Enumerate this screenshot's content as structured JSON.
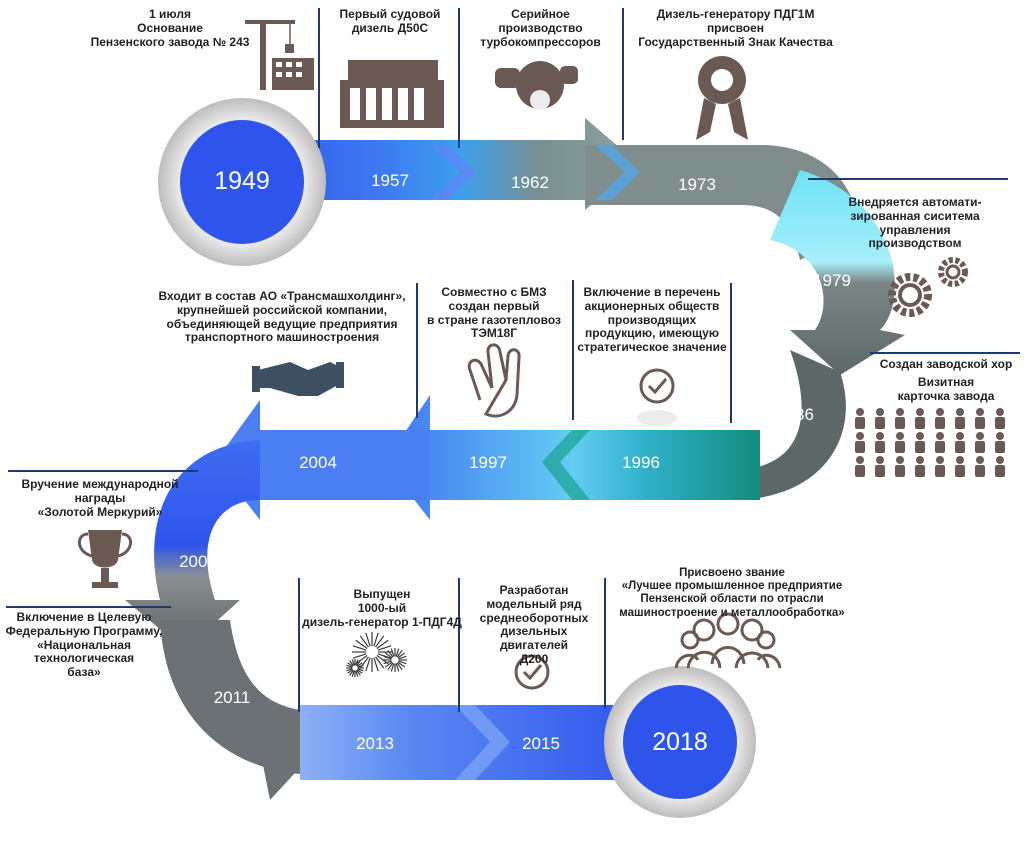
{
  "years": {
    "y1949": "1949",
    "y1957": "1957",
    "y1962": "1962",
    "y1973": "1973",
    "y1979": "1979",
    "y1986": "1986",
    "y1996": "1996",
    "y1997": "1997",
    "y2004": "2004",
    "y2006": "2006",
    "y2011": "2011",
    "y2013": "2013",
    "y2015": "2015",
    "y2018": "2018"
  },
  "events": {
    "e1949": "1 июля\nОснование\nПензенского завода № 243",
    "e1957": "Первый судовой\nдизель Д50С",
    "e1962": "Серийное\nпроизводство\nтурбокомпрессоров",
    "e1973": "Дизель-генератору ПДГ1М\nприсвоен\nГосударственный Знак Качества",
    "e1979": "Внедряется автомати-\nзированная сиситема\nуправления\nпроизводством",
    "e1986a": "Создан заводской хор",
    "e1986b": "Визитная\nкарточка завода",
    "e1996": "Включение в перечень\nакционерных обществ\nпроизводящих\nпродукцию, имеющую\nстратегическое значение",
    "e1997": "Совместно с БМЗ\nсоздан первый\nв стране газотепловоз\nТЭМ18Г",
    "e2004": "Входит в состав АО «Трансмашхолдинг»,\nкрупнейшей российской компании,\nобъединяющей ведущие предприятия\nтранспортного машиностроения",
    "e2006": "Вручение международной\nнаграды\n«Золотой Меркурий»",
    "e2011": "Включение в Целевую\nФедеральную Программу,\n«Национальная\nтехнологическая\nбаза»",
    "e2013": "Выпущен\n1000-ый\nдизель-генератор 1-ПДГ4Д",
    "e2015": "Разработан\nмодельный ряд\nсреднеоборотных\nдизельных двигателей\nД200",
    "e2018": "Присвоено звание\n«Лучшее промышленное предприятие\nПензенской области по отрасли\nмашиностроение и металлообработка»"
  },
  "colors": {
    "blue": "#2f54ec",
    "lightblue": "#56c8f2",
    "cyan": "#6fe3f7",
    "teal": "#138c7c",
    "gray": "#7e8c8c",
    "darkgray": "#4f5656",
    "icon": "#6b5a54",
    "pin": "#1f3a6e"
  },
  "icons": [
    "crane-icon",
    "diesel-engine-icon",
    "turbocharger-icon",
    "medal-icon",
    "gears-icon",
    "choir-icon",
    "check-icon",
    "handshake-icon",
    "trophy-icon",
    "fireworks-icon",
    "people-group-icon"
  ]
}
